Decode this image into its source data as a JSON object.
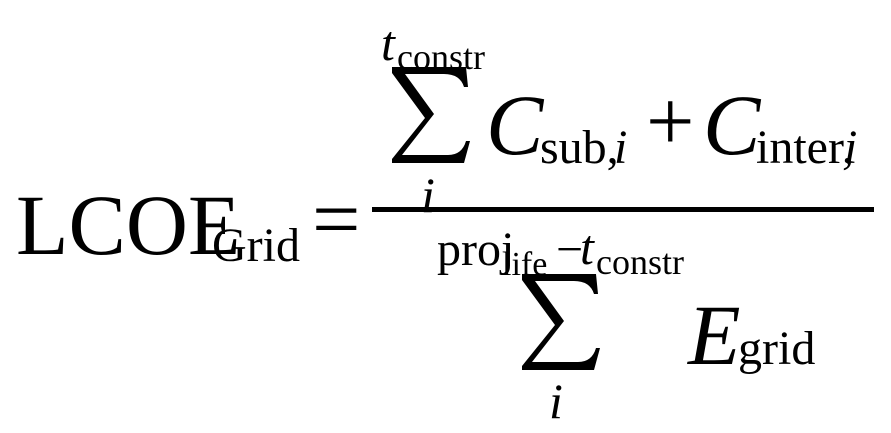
{
  "equation": {
    "lhs": {
      "main": "LCOE",
      "subscript": "Grid"
    },
    "equals": "=",
    "numerator": {
      "sum_upper": {
        "var": "t",
        "sub": "constr"
      },
      "sum_lower": "i",
      "term1": {
        "var": "C",
        "sub": "sub,",
        "sub_index": "i"
      },
      "plus": "+",
      "term2": {
        "var": "C",
        "sub": "inter,",
        "sub_index": "i"
      }
    },
    "denominator": {
      "sum_upper": {
        "proj": "proj",
        "proj_sub": "life",
        "minus": "−",
        "var": "t",
        "var_sub": "constr"
      },
      "sum_lower": "i",
      "term": {
        "var": "E",
        "sub": "grid"
      }
    }
  }
}
